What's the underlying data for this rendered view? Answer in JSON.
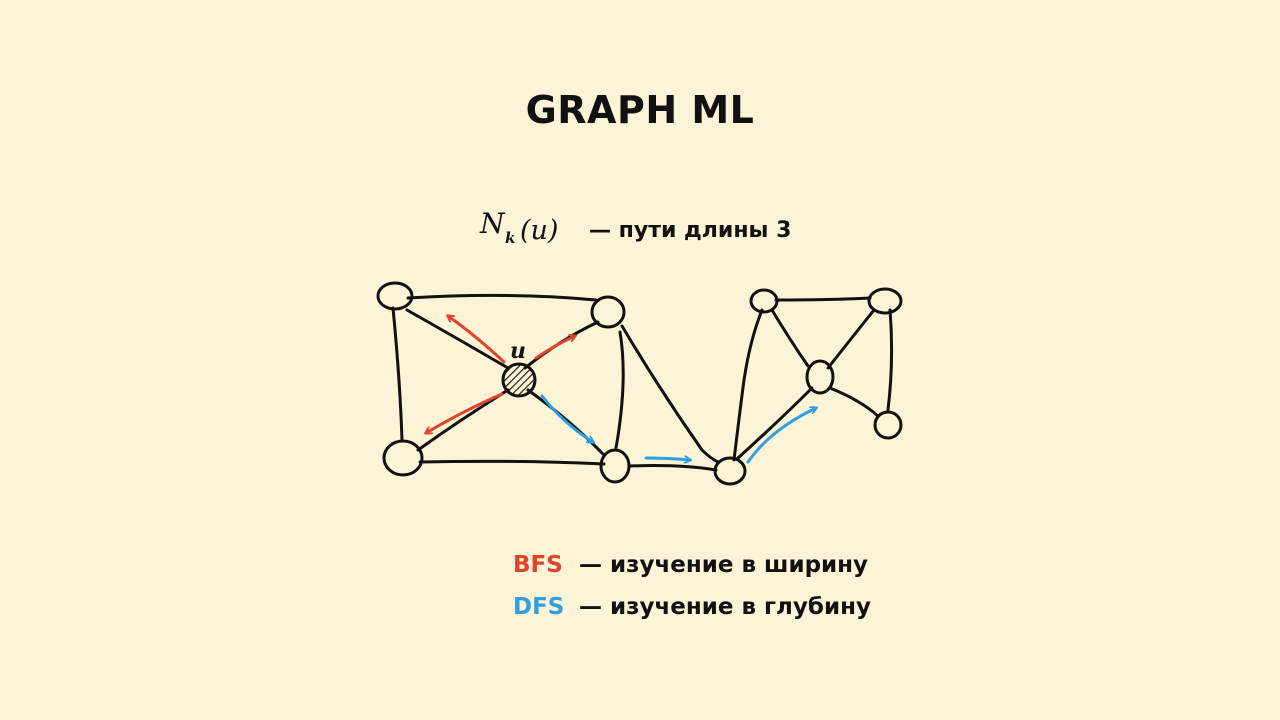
{
  "title": "GRAPH ML",
  "neighborhood": {
    "symbol_letter": "N",
    "subscript": "k",
    "argument": "(u)",
    "description": "— пути длины 3"
  },
  "graph": {
    "center_label": "u"
  },
  "legend": [
    {
      "key": "BFS",
      "text": "— изучение в ширину",
      "color": "#e0452b"
    },
    {
      "key": "DFS",
      "text": "— изучение в глубину",
      "color": "#2f9fe0"
    }
  ],
  "colors": {
    "background": "#fdf3d6",
    "ink": "#111111",
    "bfs": "#e0452b",
    "dfs": "#2f9fe0"
  }
}
